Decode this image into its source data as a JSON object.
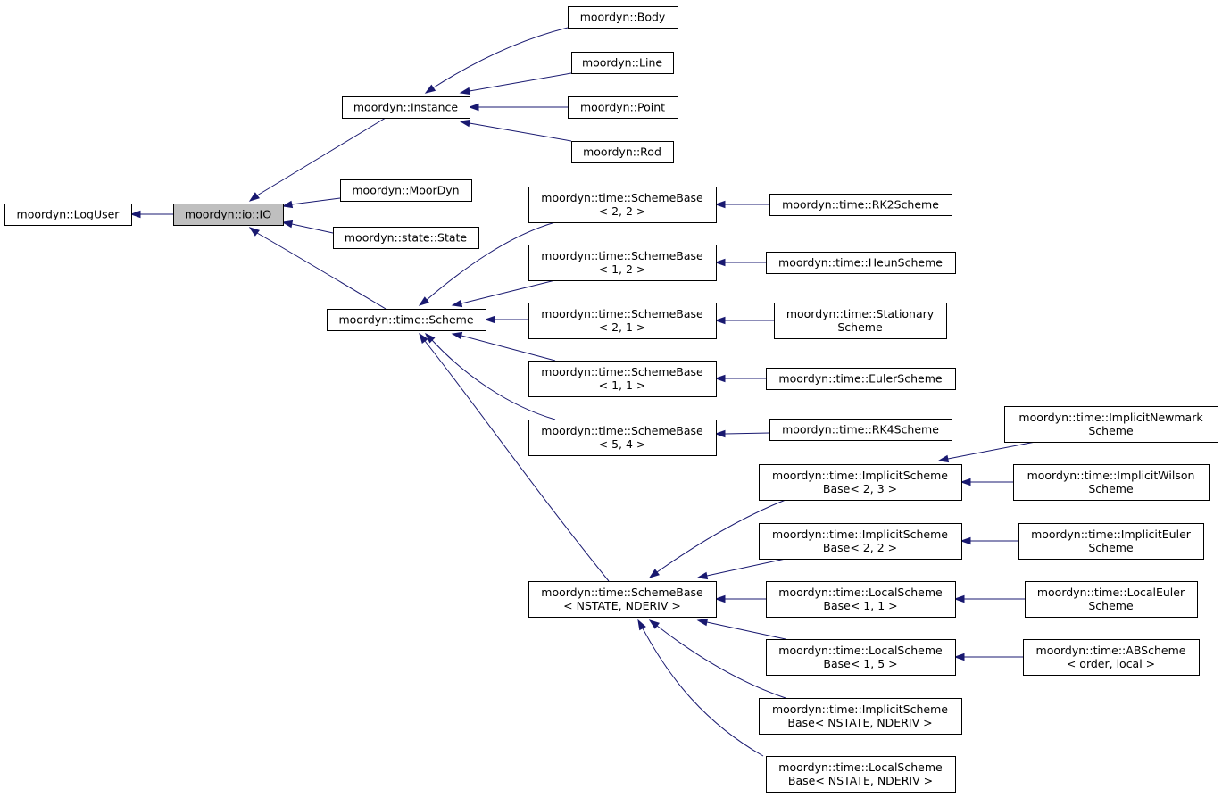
{
  "diagram": {
    "type": "inheritance-graph",
    "colors": {
      "edge": "#191970",
      "node_border": "#000000",
      "node_fill": "#ffffff",
      "current_node_fill": "#bfbfbf"
    },
    "nodes": {
      "loguser": {
        "lines": [
          "moordyn::LogUser"
        ]
      },
      "io": {
        "lines": [
          "moordyn::io::IO"
        ]
      },
      "instance": {
        "lines": [
          "moordyn::Instance"
        ]
      },
      "moordyn": {
        "lines": [
          "moordyn::MoorDyn"
        ]
      },
      "state": {
        "lines": [
          "moordyn::state::State"
        ]
      },
      "scheme": {
        "lines": [
          "moordyn::time::Scheme"
        ]
      },
      "body": {
        "lines": [
          "moordyn::Body"
        ]
      },
      "line": {
        "lines": [
          "moordyn::Line"
        ]
      },
      "point": {
        "lines": [
          "moordyn::Point"
        ]
      },
      "rod": {
        "lines": [
          "moordyn::Rod"
        ]
      },
      "sb22": {
        "lines": [
          "moordyn::time::SchemeBase",
          "< 2, 2 >"
        ]
      },
      "sb12": {
        "lines": [
          "moordyn::time::SchemeBase",
          "< 1, 2 >"
        ]
      },
      "sb21": {
        "lines": [
          "moordyn::time::SchemeBase",
          "< 2, 1 >"
        ]
      },
      "sb11": {
        "lines": [
          "moordyn::time::SchemeBase",
          "< 1, 1 >"
        ]
      },
      "sb54": {
        "lines": [
          "moordyn::time::SchemeBase",
          "< 5, 4 >"
        ]
      },
      "sbn": {
        "lines": [
          "moordyn::time::SchemeBase",
          "< NSTATE, NDERIV >"
        ]
      },
      "rk2": {
        "lines": [
          "moordyn::time::RK2Scheme"
        ]
      },
      "heun": {
        "lines": [
          "moordyn::time::HeunScheme"
        ]
      },
      "stationary": {
        "lines": [
          "moordyn::time::Stationary",
          "Scheme"
        ]
      },
      "euler": {
        "lines": [
          "moordyn::time::EulerScheme"
        ]
      },
      "rk4": {
        "lines": [
          "moordyn::time::RK4Scheme"
        ]
      },
      "isb23": {
        "lines": [
          "moordyn::time::ImplicitScheme",
          "Base< 2, 3 >"
        ]
      },
      "isb22": {
        "lines": [
          "moordyn::time::ImplicitScheme",
          "Base< 2, 2 >"
        ]
      },
      "lsb11": {
        "lines": [
          "moordyn::time::LocalScheme",
          "Base< 1, 1 >"
        ]
      },
      "lsb15": {
        "lines": [
          "moordyn::time::LocalScheme",
          "Base< 1, 5 >"
        ]
      },
      "isbn": {
        "lines": [
          "moordyn::time::ImplicitScheme",
          "Base< NSTATE, NDERIV >"
        ]
      },
      "lsbn": {
        "lines": [
          "moordyn::time::LocalScheme",
          "Base< NSTATE, NDERIV >"
        ]
      },
      "newmark": {
        "lines": [
          "moordyn::time::ImplicitNewmark",
          "Scheme"
        ]
      },
      "wilson": {
        "lines": [
          "moordyn::time::ImplicitWilson",
          "Scheme"
        ]
      },
      "impeuler": {
        "lines": [
          "moordyn::time::ImplicitEuler",
          "Scheme"
        ]
      },
      "localeuler": {
        "lines": [
          "moordyn::time::LocalEuler",
          "Scheme"
        ]
      },
      "ab": {
        "lines": [
          "moordyn::time::ABScheme",
          "< order, local >"
        ]
      }
    },
    "edges": [
      {
        "from": "io",
        "to": "loguser"
      },
      {
        "from": "instance",
        "to": "io"
      },
      {
        "from": "moordyn",
        "to": "io"
      },
      {
        "from": "state",
        "to": "io"
      },
      {
        "from": "scheme",
        "to": "io"
      },
      {
        "from": "body",
        "to": "instance"
      },
      {
        "from": "line",
        "to": "instance"
      },
      {
        "from": "point",
        "to": "instance"
      },
      {
        "from": "rod",
        "to": "instance"
      },
      {
        "from": "sb22",
        "to": "scheme"
      },
      {
        "from": "sb12",
        "to": "scheme"
      },
      {
        "from": "sb21",
        "to": "scheme"
      },
      {
        "from": "sb11",
        "to": "scheme"
      },
      {
        "from": "sb54",
        "to": "scheme"
      },
      {
        "from": "sbn",
        "to": "scheme"
      },
      {
        "from": "rk2",
        "to": "sb22"
      },
      {
        "from": "heun",
        "to": "sb12"
      },
      {
        "from": "stationary",
        "to": "sb21"
      },
      {
        "from": "euler",
        "to": "sb11"
      },
      {
        "from": "rk4",
        "to": "sb54"
      },
      {
        "from": "isb23",
        "to": "sbn"
      },
      {
        "from": "isb22",
        "to": "sbn"
      },
      {
        "from": "lsb11",
        "to": "sbn"
      },
      {
        "from": "lsb15",
        "to": "sbn"
      },
      {
        "from": "isbn",
        "to": "sbn"
      },
      {
        "from": "lsbn",
        "to": "sbn"
      },
      {
        "from": "newmark",
        "to": "isb23"
      },
      {
        "from": "wilson",
        "to": "isb23"
      },
      {
        "from": "impeuler",
        "to": "isb22"
      },
      {
        "from": "localeuler",
        "to": "lsb11"
      },
      {
        "from": "ab",
        "to": "lsb15"
      }
    ]
  }
}
